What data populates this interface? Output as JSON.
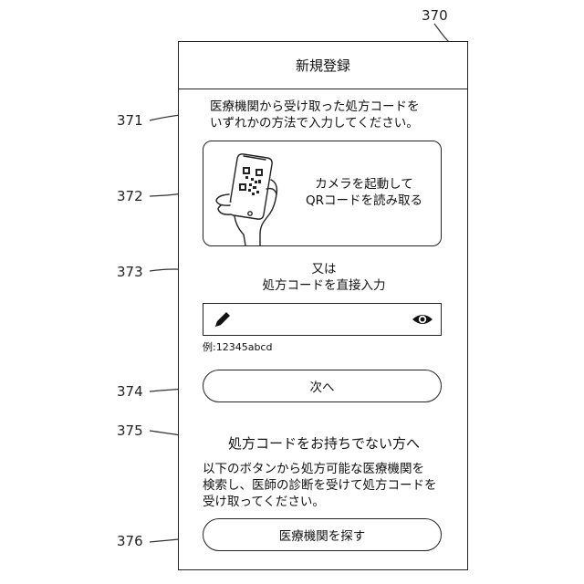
{
  "refs": {
    "screen": "370",
    "instruction": "371",
    "camera": "372",
    "manual": "373",
    "next": "374",
    "no_code": "375",
    "search": "376"
  },
  "header": {
    "title": "新規登録"
  },
  "instruction": {
    "line1": "医療機関から受け取った処方コードを",
    "line2": "いずれかの方法で入力してください。"
  },
  "camera_card": {
    "line1": "カメラを起動して",
    "line2": "QRコードを読み取る",
    "icon": "hand-holding-phone-qr-icon"
  },
  "manual": {
    "line1": "又は",
    "line2": "処方コードを直接入力"
  },
  "code_input": {
    "value": "",
    "edit_icon": "pencil-icon",
    "toggle_icon": "eye-icon",
    "example": "例:12345abcd"
  },
  "next_button": {
    "label": "次へ"
  },
  "no_code": {
    "heading": "処方コードをお持ちでない方へ",
    "line1": "以下のボタンから処方可能な医療機関を",
    "line2": "検索し、医師の診断を受けて処方コードを",
    "line3": "受け取ってください。"
  },
  "search_button": {
    "label": "医療機関を探す"
  }
}
